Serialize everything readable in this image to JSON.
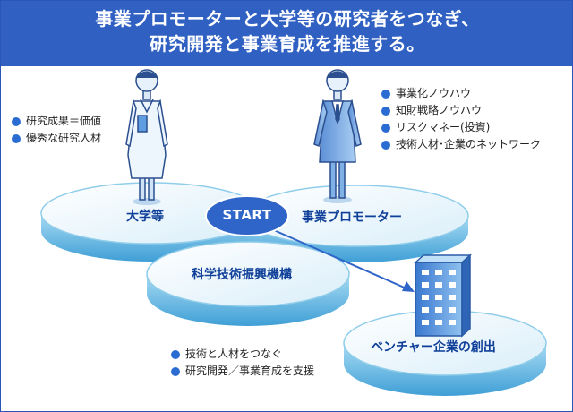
{
  "header": {
    "line1": "事業プロモーターと大学等の研究者をつなぎ、",
    "line2": "研究開発と事業育成を推進する。"
  },
  "platforms": {
    "university": "大学等",
    "promoter": "事業プロモーター",
    "jst": "科学技術振興機構",
    "venture": "ベンチャー企業の創出"
  },
  "start_label": "START",
  "university_points": [
    "研究成果＝価値",
    "優秀な研究人材"
  ],
  "promoter_points": [
    "事業化ノウハウ",
    "知財戦略ノウハウ",
    "リスクマネー(投資)",
    "技術人材･企業のネットワーク"
  ],
  "jst_points": [
    "技術と人材をつなぐ",
    "研究開発／事業育成を支援"
  ],
  "colors": {
    "header_bg": "#2f60c2",
    "bullet": "#2b6cd3",
    "label": "#0f3f99",
    "start_bg": "#2f64c8",
    "platform_top": "#e9f4fb",
    "platform_side": "#79c4e8"
  }
}
